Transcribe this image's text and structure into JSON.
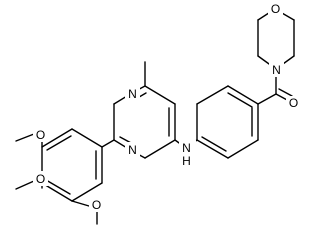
{
  "atom_labels": {
    "morpholine_o": "O",
    "morpholine_n": "N",
    "carbonyl_o": "O",
    "amine_nh": "N",
    "amine_h": "H",
    "pyrimidine_n1": "N",
    "pyrimidine_n3": "N",
    "methoxy_o_upper": "O",
    "methoxy_o_middle": "O",
    "methoxy_o_lower": "O"
  },
  "colors": {
    "bond": "#000000",
    "label": "#000000",
    "background": "#ffffff"
  }
}
